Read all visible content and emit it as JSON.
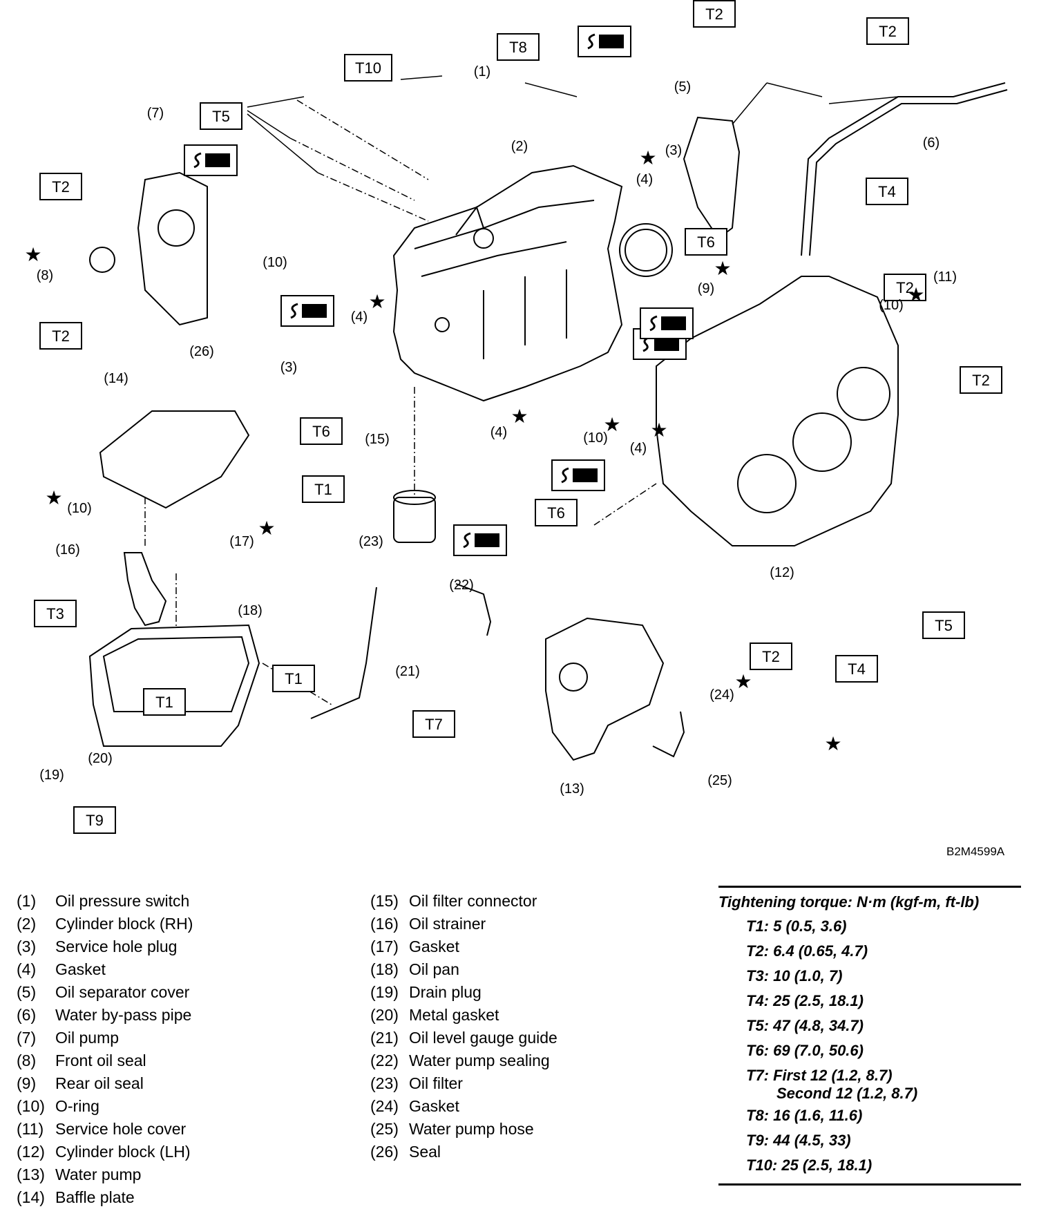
{
  "diagram": {
    "figure_code": "B2M4599A",
    "torque_tags": [
      "T1",
      "T1",
      "T1",
      "T2",
      "T2",
      "T2",
      "T2",
      "T2",
      "T2",
      "T2",
      "T3",
      "T4",
      "T4",
      "T5",
      "T5",
      "T6",
      "T6",
      "T6",
      "T7",
      "T8",
      "T9",
      "T10"
    ],
    "callouts": [
      "(1)",
      "(2)",
      "(3)",
      "(3)",
      "(4)",
      "(4)",
      "(4)",
      "(4)",
      "(5)",
      "(6)",
      "(7)",
      "(8)",
      "(9)",
      "(10)",
      "(10)",
      "(10)",
      "(10)",
      "(11)",
      "(12)",
      "(13)",
      "(14)",
      "(15)",
      "(16)",
      "(17)",
      "(18)",
      "(19)",
      "(20)",
      "(21)",
      "(22)",
      "(23)",
      "(24)",
      "(25)",
      "(26)"
    ],
    "star_count": 12
  },
  "parts": [
    {
      "num": "(1)",
      "name": "Oil pressure switch"
    },
    {
      "num": "(2)",
      "name": "Cylinder block (RH)"
    },
    {
      "num": "(3)",
      "name": "Service hole plug"
    },
    {
      "num": "(4)",
      "name": "Gasket"
    },
    {
      "num": "(5)",
      "name": "Oil separator cover"
    },
    {
      "num": "(6)",
      "name": "Water by-pass pipe"
    },
    {
      "num": "(7)",
      "name": "Oil pump"
    },
    {
      "num": "(8)",
      "name": "Front oil seal"
    },
    {
      "num": "(9)",
      "name": "Rear oil seal"
    },
    {
      "num": "(10)",
      "name": "O-ring"
    },
    {
      "num": "(11)",
      "name": "Service hole cover"
    },
    {
      "num": "(12)",
      "name": "Cylinder block (LH)"
    },
    {
      "num": "(13)",
      "name": "Water pump"
    },
    {
      "num": "(14)",
      "name": "Baffle plate"
    },
    {
      "num": "(15)",
      "name": "Oil filter connector"
    },
    {
      "num": "(16)",
      "name": "Oil strainer"
    },
    {
      "num": "(17)",
      "name": "Gasket"
    },
    {
      "num": "(18)",
      "name": "Oil pan"
    },
    {
      "num": "(19)",
      "name": "Drain plug"
    },
    {
      "num": "(20)",
      "name": "Metal gasket"
    },
    {
      "num": "(21)",
      "name": "Oil level gauge guide"
    },
    {
      "num": "(22)",
      "name": "Water pump sealing"
    },
    {
      "num": "(23)",
      "name": "Oil filter"
    },
    {
      "num": "(24)",
      "name": "Gasket"
    },
    {
      "num": "(25)",
      "name": "Water pump hose"
    },
    {
      "num": "(26)",
      "name": "Seal"
    }
  ],
  "torque": {
    "title": "Tightening torque: N·m (kgf-m, ft-lb)",
    "values": [
      "T1: 5 (0.5, 3.6)",
      "T2: 6.4 (0.65, 4.7)",
      "T3: 10 (1.0, 7)",
      "T4: 25 (2.5, 18.1)",
      "T5: 47 (4.8, 34.7)",
      "T6: 69 (7.0, 50.6)",
      "T7: First 12 (1.2, 8.7)",
      "Second 12 (1.2, 8.7)",
      "T8: 16 (1.6, 11.6)",
      "T9: 44 (4.5, 33)",
      "T10: 25 (2.5, 18.1)"
    ]
  }
}
